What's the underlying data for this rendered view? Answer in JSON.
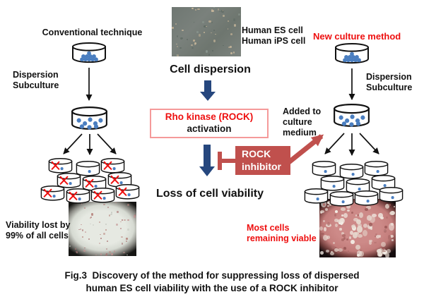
{
  "colors": {
    "red_text": "#ee0f0f",
    "brick_red": "#c0504d",
    "arrow_blue": "#26477e",
    "cell_blue": "#4a7ec0",
    "rho_border_pink": "#f59a9a"
  },
  "left": {
    "title": "Conventional technique",
    "dispersion_label": "Dispersion\nSubculture",
    "result_label": "Viability lost by\n99% of all cells"
  },
  "center": {
    "source_label": "Human ES cell\nHuman iPS cell",
    "step1": "Cell dispersion",
    "rho_line1": "Rho kinase (ROCK)",
    "rho_line2": "activation",
    "inhibitor_label": "ROCK\ninhibitor",
    "added_label": "Added to\nculture\nmedium",
    "outcome": "Loss of cell viability"
  },
  "right": {
    "title": "New culture method",
    "dispersion_label": "Dispersion\nSubculture",
    "result_label": "Most cells\nremaining viable"
  },
  "caption": {
    "text": "Fig.3  Discovery of the method for suppressing loss of dispersed\nhuman ES cell viability with the use of a ROCK inhibitor"
  }
}
